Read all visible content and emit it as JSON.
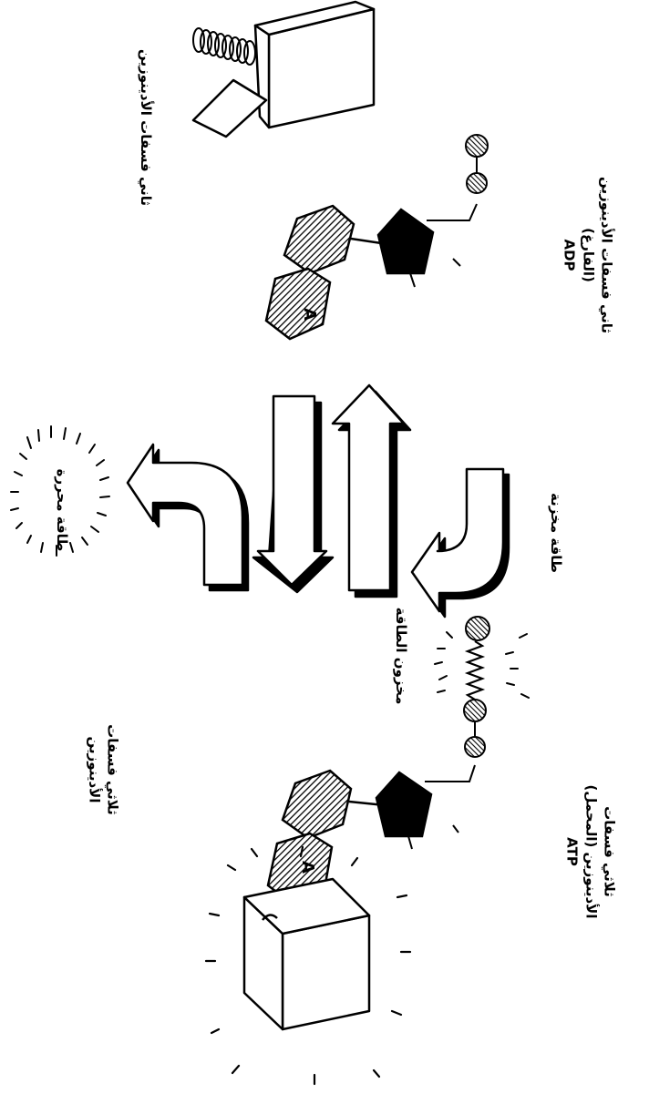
{
  "labels": {
    "adp_box": "ثاني فسفات الأدينوزين",
    "adp_molecule_line1": "ثاني فسفات الأدينوزين",
    "adp_molecule_line2": "(الفارغ)",
    "adp_molecule_line3": "ADP",
    "released_energy": "طاقة محررة",
    "stored_energy": "طاقة مخزنة",
    "energy_store": "مخزون الطاقة",
    "atp_top_line1": "ثلاثي فسفات",
    "atp_top_line2": "الأدينوزين",
    "atp_molecule_line1": "ثلاثي فسفات",
    "atp_molecule_line2": "الأدينوزين (المحمل)",
    "atp_molecule_line3": "ATP"
  },
  "molecule_letter": "A",
  "colors": {
    "ink": "#000000",
    "paper": "#ffffff",
    "hatch": "#000000"
  }
}
